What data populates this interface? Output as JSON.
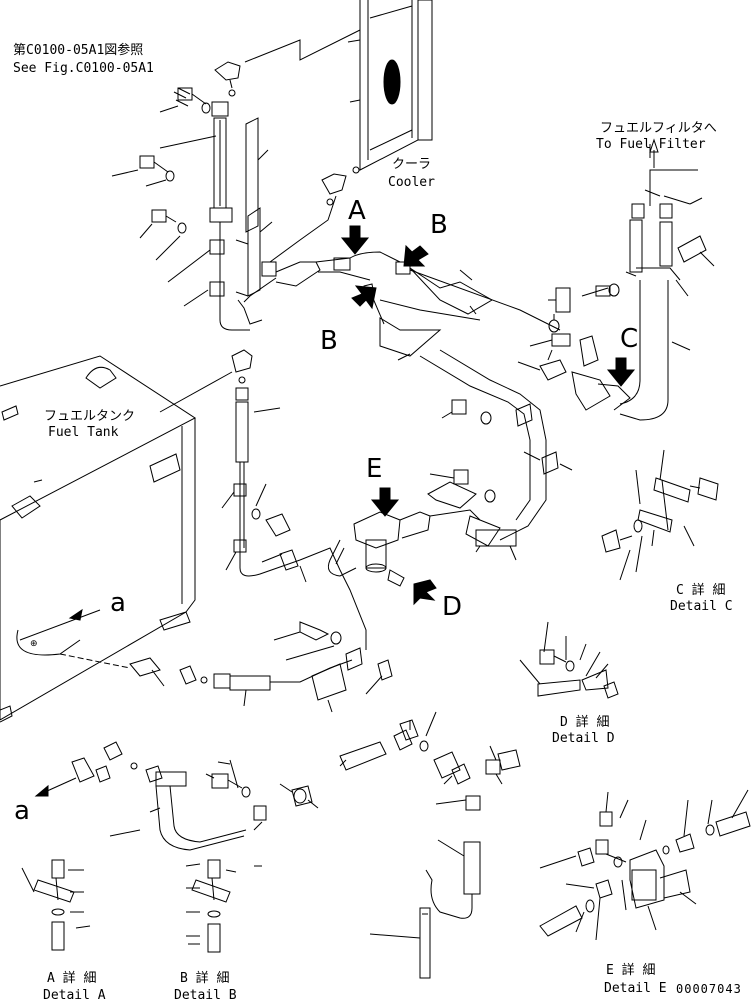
{
  "references": {
    "fig_ref_jp": "第C0100-05A1図参照",
    "fig_ref_en": "See Fig.C0100-05A1"
  },
  "components": {
    "cooler_jp": "クーラ",
    "cooler_en": "Cooler",
    "fuel_filter_jp": "フュエルフィルタへ",
    "fuel_filter_en": "To Fuel Filter",
    "fuel_tank_jp": "フュエルタンク",
    "fuel_tank_en": "Fuel Tank"
  },
  "view_markers": {
    "A": "A",
    "B_top": "B",
    "B_left": "B",
    "C": "C",
    "D": "D",
    "E": "E",
    "a_upper": "a",
    "a_lower": "a"
  },
  "details": {
    "A_jp": "A 詳 細",
    "A_en": "Detail A",
    "B_jp": "B 詳 細",
    "B_en": "Detail B",
    "C_jp": "C 詳 細",
    "C_en": "Detail C",
    "D_jp": "D 詳 細",
    "D_en": "Detail D",
    "E_jp": "E 詳 細",
    "E_en": "Detail E"
  },
  "drawing_number": "00007043"
}
